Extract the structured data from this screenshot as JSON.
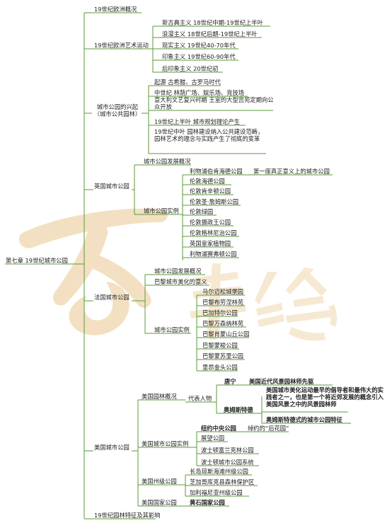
{
  "watermark": {
    "text": "手绘",
    "color": "#f0d8b0"
  },
  "line_color": "#5a9a3a",
  "root": {
    "label": "第七章  19世纪城市公园"
  },
  "n1": {
    "label": "19世纪欧洲概况"
  },
  "n2": {
    "label": "19世纪欧洲艺术运动",
    "items": [
      "新古典主义   18世纪中期-19世纪上半叶",
      "浪漫主义   18世纪后期-19世纪上半叶",
      "现实主义   19世纪40-70年代",
      "印象主义   19世纪60-90年代",
      "后印象主义   20世纪初"
    ]
  },
  "n3": {
    "label": "城市公园的兴起（城市公共园林）",
    "items": [
      "起源   古希腊、古罗马时代",
      "中世纪   林荫广场、娱乐场、竞技场",
      "意大利文艺复兴时期   王室的大型宫苑定期向公众开放",
      "19世纪上半叶   城市规划理论产生",
      "19世纪中叶   园林建设纳入公共建设范畴，园林艺术的理念与实践产生了彻底的变革"
    ]
  },
  "n4": {
    "label": "英国城市公园",
    "overview": "城市公园发展概况",
    "cases_label": "城市公园实例",
    "cases": [
      "利物浦伯肯海德公园",
      "伦敦海德公园",
      "伦敦肯辛顿公园",
      "伦敦圣·詹姆斯公园",
      "伦敦绿园",
      "伦敦摄政王公园",
      "伦敦格林尼治公园",
      "英国皇家植物园",
      "利物浦赛弗顿公园"
    ],
    "first_note": "第一座真正意义上的城市公园"
  },
  "n5": {
    "label": "法国城市公园",
    "items": [
      "城市公园发展概况",
      "巴黎城市美化的意义"
    ],
    "cases_label": "城市公园实例",
    "cases": [
      "马尔迈松城堡园",
      "巴黎布劳涅林苑",
      "巴加特尔公园",
      "巴黎万森纳林苑",
      "巴黎肖蒙山丘公园",
      "巴黎蒙梭公园",
      "巴黎蒙苏里公园",
      "里昂金头公园"
    ]
  },
  "n6": {
    "label": "美国城市公园",
    "overview": {
      "label": "美国园林概况",
      "rep_label": "代表人物",
      "p1": {
        "name": "唐宁",
        "desc": "美国近代风景园林师先驱"
      },
      "p2": {
        "name": "奥姆斯特德",
        "descs": [
          "美国城市美化运动最早的倡导者和最伟大的实践者之一，也是第一个将近郊发展的概念引入美国风景之中的风景园林师",
          "奥姆斯特德式的城市公园特征"
        ]
      }
    },
    "cases": {
      "label": "美国城市公园实例",
      "items": [
        "纽约中央公园",
        "展望公园",
        "波士顿富兰克林公园",
        "波士顿城市公园系统"
      ],
      "central_note": "绰约的“后花园”"
    },
    "state": {
      "label": "美国州级公园",
      "items": [
        "长岛琼斯海滩州级公园",
        "芝加哥库克县森林保护区",
        "加利福尼亚州级公园"
      ]
    },
    "national": {
      "label": "美国国家公园",
      "item": "黄石国家公园"
    }
  },
  "n7": {
    "label": "19世纪园林特征及其影响"
  }
}
